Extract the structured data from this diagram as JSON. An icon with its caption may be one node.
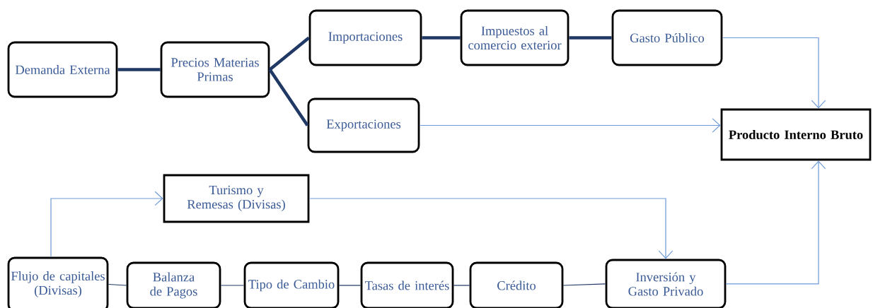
{
  "diagram": {
    "nodes": [
      {
        "text": [
          "Demanda Externa"
        ]
      },
      {
        "text": [
          "Precios Materias Primas"
        ]
      },
      {
        "text": [
          "Importaciones"
        ]
      },
      {
        "text": [
          "Impuestos al comercio exterior"
        ]
      },
      {
        "text": [
          "Gasto Público"
        ]
      },
      {
        "text": [
          "Exportaciones"
        ]
      },
      {
        "text": [
          "**Producto Interno Bruto**"
        ]
      },
      {
        "text": [
          "Turismo y Remesas (Divisas)"
        ]
      },
      {
        "text": [
          "Flujo de capitales (Divisas)"
        ]
      },
      {
        "text": [
          "Balanza de Pagos"
        ]
      },
      {
        "text": [
          "Tipo de Cambio"
        ]
      },
      {
        "text": [
          "Tasas de interés"
        ]
      },
      {
        "text": [
          "Crédito"
        ]
      },
      {
        "text": [
          "Inversión y Gasto Privado"
        ]
      }
    ],
    "edges": [
      {
        "from": 0,
        "to": 1,
        "arrow": "none",
        "style": "thick"
      },
      {
        "from": 1,
        "to": 2,
        "arrow": "none",
        "style": "thick"
      },
      {
        "from": 1,
        "to": 5,
        "arrow": "none",
        "style": "thick"
      },
      {
        "from": 2,
        "to": 3,
        "arrow": "none",
        "style": "thick"
      },
      {
        "from": 3,
        "to": 4,
        "arrow": "none",
        "style": "thick"
      },
      {
        "from": 4,
        "to": 6,
        "arrow": "to",
        "color": "#6f9bd8"
      },
      {
        "from": 5,
        "to": 6,
        "arrow": "to",
        "color": "#6f9bd8"
      },
      {
        "from": 8,
        "to": 7,
        "arrow": "to",
        "color": "#6f9bd8"
      },
      {
        "from": 7,
        "to": 13,
        "arrow": "to",
        "color": "#6f9bd8"
      },
      {
        "from": 13,
        "to": 6,
        "arrow": "to",
        "color": "#6f9bd8"
      },
      {
        "from": 8,
        "to": 9,
        "arrow": "none"
      },
      {
        "from": 9,
        "to": 10,
        "arrow": "none"
      },
      {
        "from": 10,
        "to": 11,
        "arrow": "none"
      },
      {
        "from": 11,
        "to": 12,
        "arrow": "none"
      },
      {
        "from": 12,
        "to": 13,
        "arrow": "none"
      }
    ]
  }
}
